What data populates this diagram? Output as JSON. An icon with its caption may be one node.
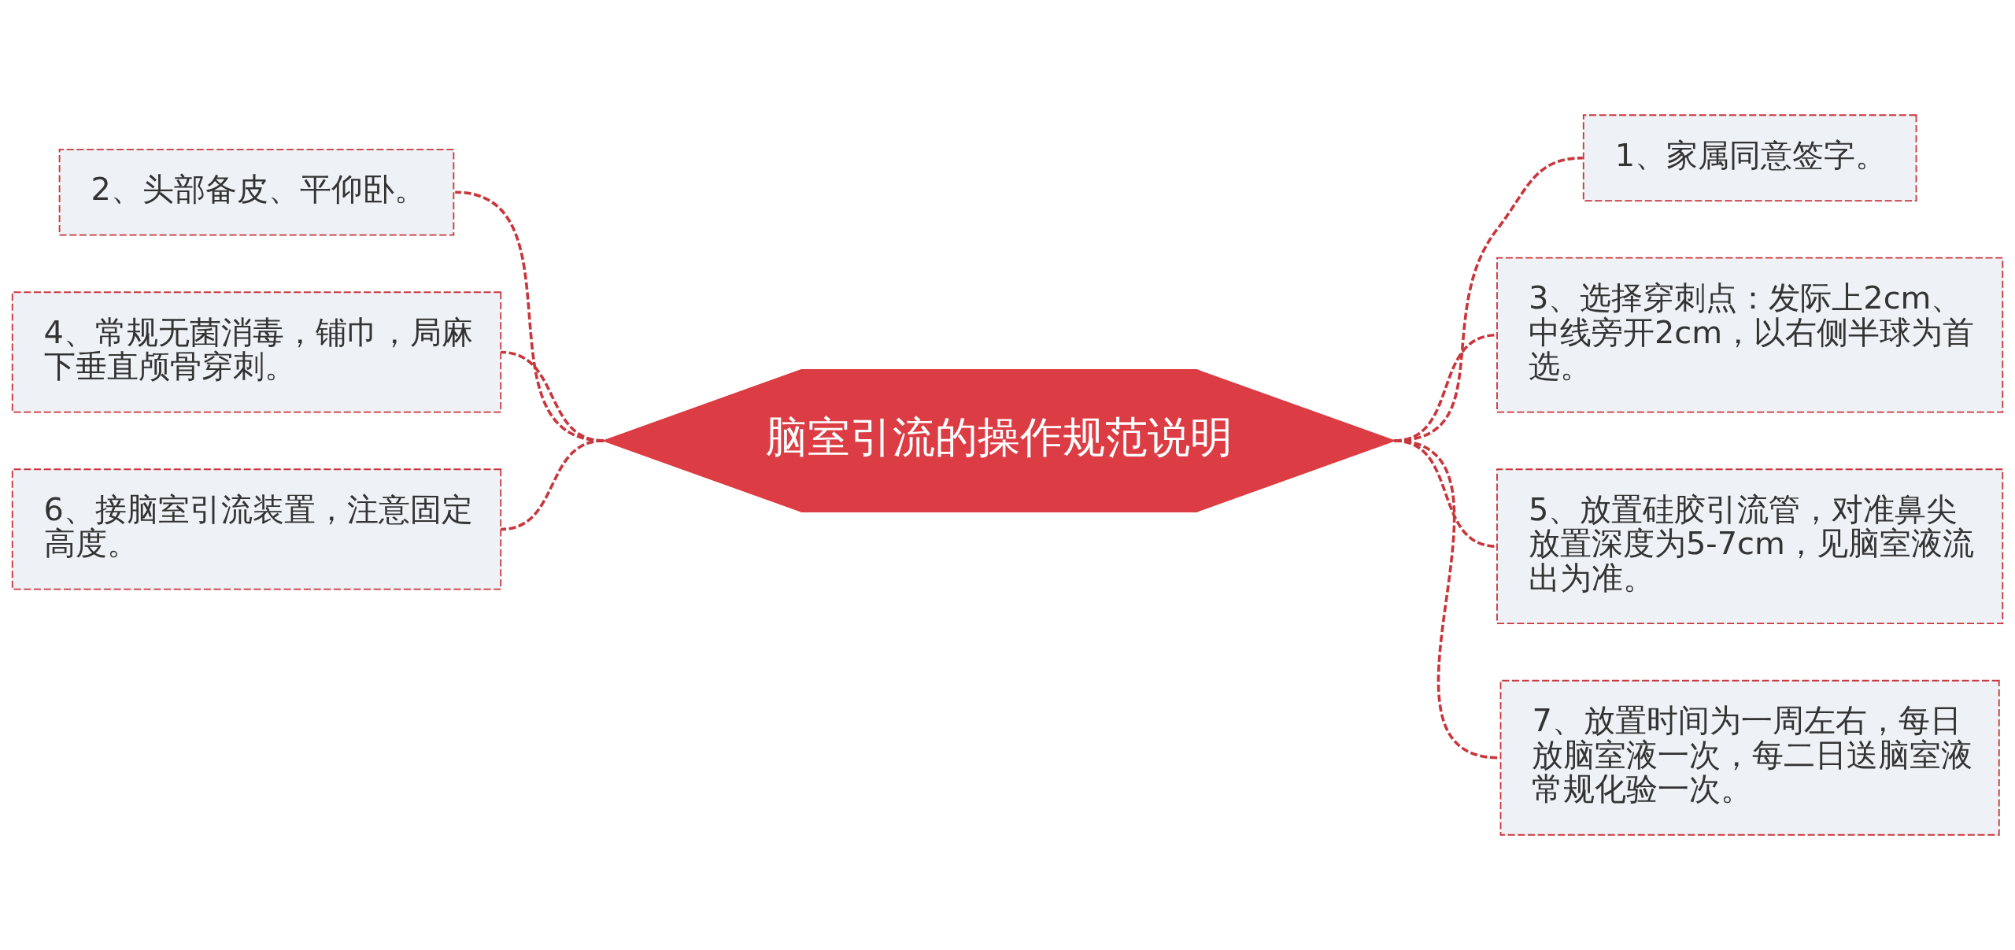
{
  "diagram": {
    "nodes": [
      {
        "text": [
          "脑室引流的操作规范说明"
        ]
      },
      {
        "text": [
          "1、家属同意签字。"
        ]
      },
      {
        "text": [
          "2、头部备皮、平仰卧。"
        ]
      },
      {
        "text": [
          "3、选择穿刺点：发际上2cm、中线旁开2cm，以右侧半球为首选。"
        ]
      },
      {
        "text": [
          "4、常规无菌消毒，铺巾，局麻下垂直颅骨穿刺。"
        ]
      },
      {
        "text": [
          "5、放置硅胶引流管，对准鼻尖放置深度为5-7cm，见脑室液流出为准。"
        ]
      },
      {
        "text": [
          "6、接脑室引流装置，注意固定高度。"
        ]
      },
      {
        "text": [
          "7、放置时间为一周左右，每日放脑室液一次，每二日送脑室液常规化验一次。"
        ]
      }
    ],
    "edges": [
      {
        "from": 0,
        "to": 1,
        "arrow": "none",
        "style": "dashed"
      },
      {
        "from": 0,
        "to": 2,
        "arrow": "none",
        "style": "dashed"
      },
      {
        "from": 0,
        "to": 3,
        "arrow": "none",
        "style": "dashed"
      },
      {
        "from": 0,
        "to": 4,
        "arrow": "none",
        "style": "dashed"
      },
      {
        "from": 0,
        "to": 5,
        "arrow": "none",
        "style": "dashed"
      },
      {
        "from": 0,
        "to": 6,
        "arrow": "none",
        "style": "dashed"
      },
      {
        "from": 0,
        "to": 7,
        "arrow": "none",
        "style": "dashed"
      }
    ]
  }
}
